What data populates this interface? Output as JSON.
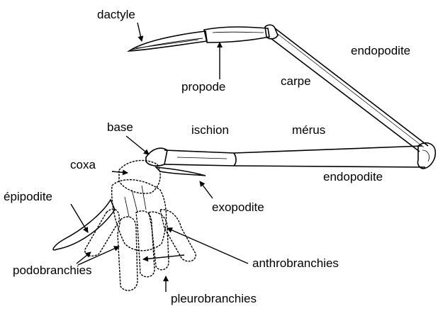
{
  "colors": {
    "ink": "#000000",
    "paper": "#ffffff",
    "shade": "#9a9a9a"
  },
  "labels": {
    "dactyle": "dactyle",
    "propode": "propode",
    "endopodite_top": "endopodite",
    "carpe": "carpe",
    "base": "base",
    "ischion": "ischion",
    "merus": "mérus",
    "coxa": "coxa",
    "endopodite_bottom": "endopodite",
    "epipodite": "épipodite",
    "exopodite": "exopodite",
    "podobranchies": "podobranchies",
    "anthrobranchies": "anthrobranchies",
    "pleurobranchies": "pleurobranchies"
  }
}
